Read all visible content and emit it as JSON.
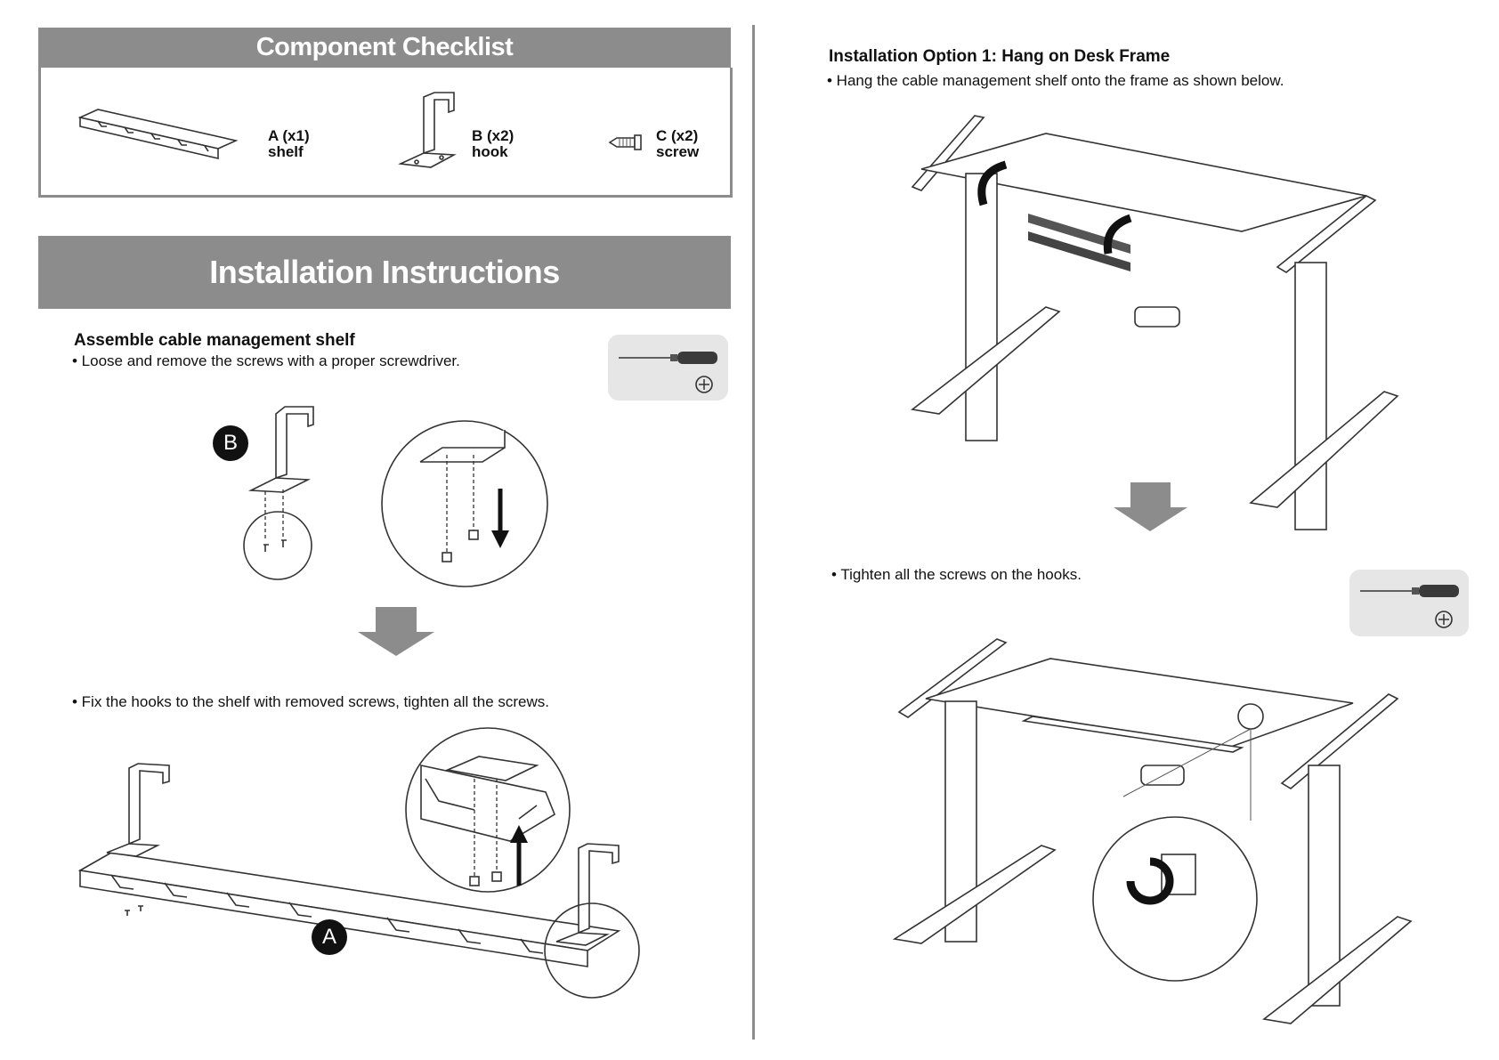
{
  "checklist": {
    "title": "Component Checklist",
    "parts": [
      {
        "code": "A (x1)",
        "name": "shelf"
      },
      {
        "code": "B (x2)",
        "name": "hook"
      },
      {
        "code": "C (x2)",
        "name": "screw"
      }
    ]
  },
  "install": {
    "title": "Installation Instructions",
    "assemble_heading": "Assemble cable management shelf",
    "step1": "• Loose and remove the screws with a proper screwdriver.",
    "step2": "• Fix the hooks to the shelf with removed screws, tighten all the screws.",
    "badge_b": "B",
    "badge_a": "A"
  },
  "option1": {
    "heading": "Installation Option 1: Hang on Desk Frame",
    "step1": "• Hang the cable management shelf onto the frame as shown below.",
    "step2": "• Tighten all the screws on the hooks."
  },
  "icons": {
    "screwdriver": "screwdriver-icon",
    "phillips": "phillips-head-icon",
    "arrow_down": "arrow-down-icon"
  },
  "colors": {
    "bar": "#8c8c8c",
    "toolbox": "#e6e6e6",
    "line": "#333333"
  }
}
